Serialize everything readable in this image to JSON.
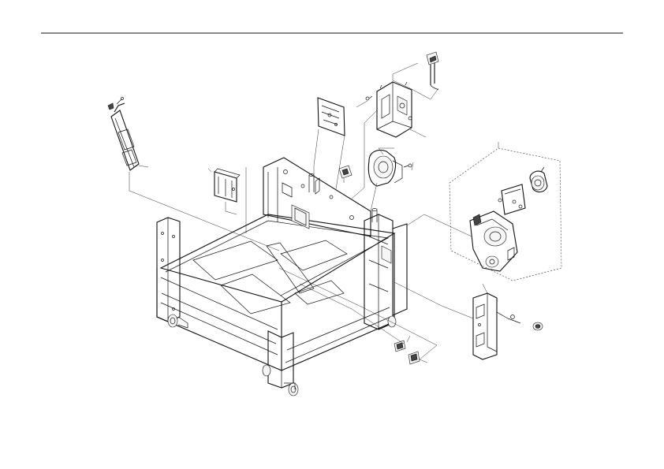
{
  "diagram": {
    "type": "exploded-parts-view",
    "components": [
      "header-rule",
      "main-frame",
      "cable-harness",
      "mounting-bracket",
      "pcb-board",
      "drive-housing",
      "connector-top",
      "gear-motor-assembly",
      "small-connector",
      "gear-drive-subassembly",
      "side-cover-bracket",
      "bushing",
      "bottom-connector-a",
      "bottom-connector-b",
      "caster-wheels"
    ]
  }
}
